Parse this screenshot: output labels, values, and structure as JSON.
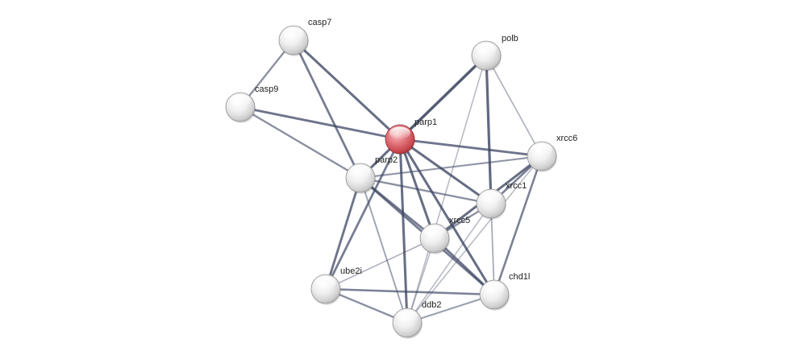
{
  "network": {
    "query_color": "#e06a70",
    "node_color": "#f2f2f2",
    "edge_color": "#3c4562",
    "nodes": [
      {
        "id": "casp7",
        "label": "casp7",
        "query": false
      },
      {
        "id": "casp9",
        "label": "casp9",
        "query": false
      },
      {
        "id": "parp1",
        "label": "parp1",
        "query": true
      },
      {
        "id": "polb",
        "label": "polb",
        "query": false
      },
      {
        "id": "xrcc6",
        "label": "xrcc6",
        "query": false
      },
      {
        "id": "parp2",
        "label": "parp2",
        "query": false
      },
      {
        "id": "xrcc1",
        "label": "xrcc1",
        "query": false
      },
      {
        "id": "xrcc5",
        "label": "xrcc5",
        "query": false
      },
      {
        "id": "ube2i",
        "label": "ube2i",
        "query": false
      },
      {
        "id": "chd1l",
        "label": "chd1l",
        "query": false
      },
      {
        "id": "ddb2",
        "label": "ddb2",
        "query": false
      }
    ],
    "edges": [
      {
        "source": "casp7",
        "target": "casp9",
        "strength": 0.55
      },
      {
        "source": "casp7",
        "target": "parp1",
        "strength": 0.8
      },
      {
        "source": "casp7",
        "target": "parp2",
        "strength": 0.7
      },
      {
        "source": "casp9",
        "target": "parp1",
        "strength": 0.75
      },
      {
        "source": "casp9",
        "target": "parp2",
        "strength": 0.55
      },
      {
        "source": "parp1",
        "target": "polb",
        "strength": 0.95
      },
      {
        "source": "parp1",
        "target": "xrcc6",
        "strength": 0.75
      },
      {
        "source": "parp1",
        "target": "parp2",
        "strength": 0.8
      },
      {
        "source": "parp1",
        "target": "xrcc1",
        "strength": 0.8
      },
      {
        "source": "parp1",
        "target": "xrcc5",
        "strength": 0.8
      },
      {
        "source": "parp1",
        "target": "ube2i",
        "strength": 0.7
      },
      {
        "source": "parp1",
        "target": "chd1l",
        "strength": 0.8
      },
      {
        "source": "parp1",
        "target": "ddb2",
        "strength": 0.8
      },
      {
        "source": "polb",
        "target": "xrcc1",
        "strength": 0.85
      },
      {
        "source": "polb",
        "target": "xrcc6",
        "strength": 0.3
      },
      {
        "source": "polb",
        "target": "ddb2",
        "strength": 0.25
      },
      {
        "source": "xrcc6",
        "target": "parp2",
        "strength": 0.5
      },
      {
        "source": "xrcc6",
        "target": "xrcc1",
        "strength": 0.65
      },
      {
        "source": "xrcc6",
        "target": "xrcc5",
        "strength": 0.8
      },
      {
        "source": "xrcc6",
        "target": "chd1l",
        "strength": 0.65
      },
      {
        "source": "xrcc6",
        "target": "ddb2",
        "strength": 0.25
      },
      {
        "source": "parp2",
        "target": "xrcc1",
        "strength": 0.55
      },
      {
        "source": "parp2",
        "target": "xrcc5",
        "strength": 0.7
      },
      {
        "source": "parp2",
        "target": "ube2i",
        "strength": 0.75
      },
      {
        "source": "parp2",
        "target": "chd1l",
        "strength": 0.7
      },
      {
        "source": "parp2",
        "target": "ddb2",
        "strength": 0.4
      },
      {
        "source": "xrcc1",
        "target": "xrcc5",
        "strength": 0.55
      },
      {
        "source": "xrcc1",
        "target": "chd1l",
        "strength": 0.35
      },
      {
        "source": "xrcc1",
        "target": "ddb2",
        "strength": 0.25
      },
      {
        "source": "xrcc5",
        "target": "ube2i",
        "strength": 0.3
      },
      {
        "source": "xrcc5",
        "target": "chd1l",
        "strength": 0.75
      },
      {
        "source": "xrcc5",
        "target": "ddb2",
        "strength": 0.25
      },
      {
        "source": "ube2i",
        "target": "chd1l",
        "strength": 0.65
      },
      {
        "source": "ube2i",
        "target": "ddb2",
        "strength": 0.55
      },
      {
        "source": "chd1l",
        "target": "ddb2",
        "strength": 0.45
      }
    ]
  }
}
